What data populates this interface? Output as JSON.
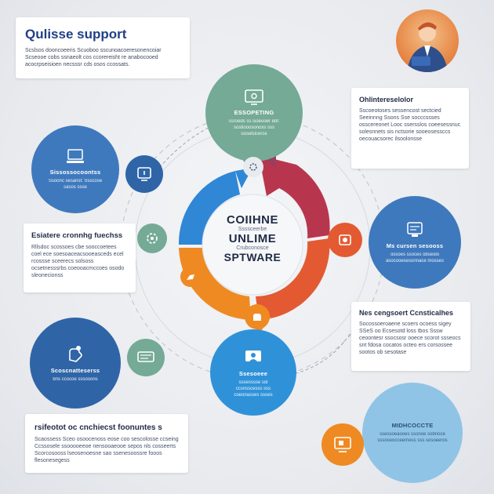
{
  "header": {
    "title": "Qulisse support",
    "body": "Scslsos dooncoeeris Scuoboo sscunoacoeresonencoiar Scseooe cobs ssnaeolt cos ccorereisht re anabocooed acocrpseisioen necsssr cds osos ccossats."
  },
  "center": {
    "line1": "COIIHNE",
    "line2": "Ssssceerbe",
    "line3": "UNLIME",
    "line4": "Crubconosce",
    "line5": "SPTWARE"
  },
  "bubbles": {
    "top": {
      "title": "ESSOPETING",
      "body": "ssroeds ss sioeooer ebl: sostiooosonoxs sss ooselsicerce"
    },
    "left": {
      "title": "Sissossocoontss",
      "body": "Ssoonc sesanst: Ssscose sasos ssse"
    },
    "right": {
      "title": "Ms cursen sesooss",
      "body": "ossoes ssoces obseolo asocooesesonnace mosses"
    },
    "bottom_left": {
      "title": "Scoscnatteserss",
      "body": "bns ccocoe sssooons"
    },
    "bottom": {
      "title": "Ssesoeee",
      "body": "sssesssse sol ccsnsscesss sss coeonasses ssoes"
    },
    "bottom_right": {
      "title": "MIDHCOCCTE",
      "body": "ssessoeaooes ssonoe sobnoce sssoceocceerness sss sosoeeros"
    }
  },
  "cards": {
    "top_right": {
      "title": "Ohlintereselolor",
      "body": "Sscoeotoses sessencost sectcied Seeinnng Ssons Sse socccssses osscereonet Looc ssersslos coeesessnuc solesnnets sis nctsorie sooeosessccs oecouacsorec ilsoolonsse"
    },
    "left_mid": {
      "title": "Esiatere cronnhg fuechss",
      "body": "Rllsdoc scossoes cbe sooccoetees coel ece soesoaceacsooeasceds ecel rcossse sceerecs solsoss ocsetnesssrbs coeooacmccoes osodo sleonecionss"
    },
    "right_mid": {
      "title": "Nes cengsoert Ccnsticalhes",
      "body": "Socossoeroaene scoers ocoess sigey SSeS oo Ecsesotd loss tbos Sssw ceoontesr ssocsosr ooece scorot ssseocs snt fdosa cocatos octeo ers corsossee sootos ob sesotase"
    },
    "bottom_left": {
      "title": "rsifeotot oc cnchiecst foonuntes s",
      "body": "Scaossess Sceo osoocenoss eose coo sescolosse ccseing Ccssosele ssooooeeoe nensooaeooe sepos nls cosseerts Scorcosooss lseosenoesne sao ssenesoossre fooos flesonesegess"
    }
  },
  "colors": {
    "navy": "#1f2b44",
    "teal": "#74aa96",
    "blue": "#3f79bd",
    "dark_blue": "#2f65a7",
    "sky": "#2f92d9",
    "light_blue": "#8fc4e6",
    "orange": "#ef8a22",
    "red": "#e35a32",
    "crimson": "#b8364d",
    "purple": "#9b3d5c"
  },
  "icons": [
    "computer-icon",
    "monitor-icon",
    "gear-icon",
    "hand-icon",
    "link-icon",
    "chat-icon",
    "person-icon",
    "agent-avatar"
  ]
}
